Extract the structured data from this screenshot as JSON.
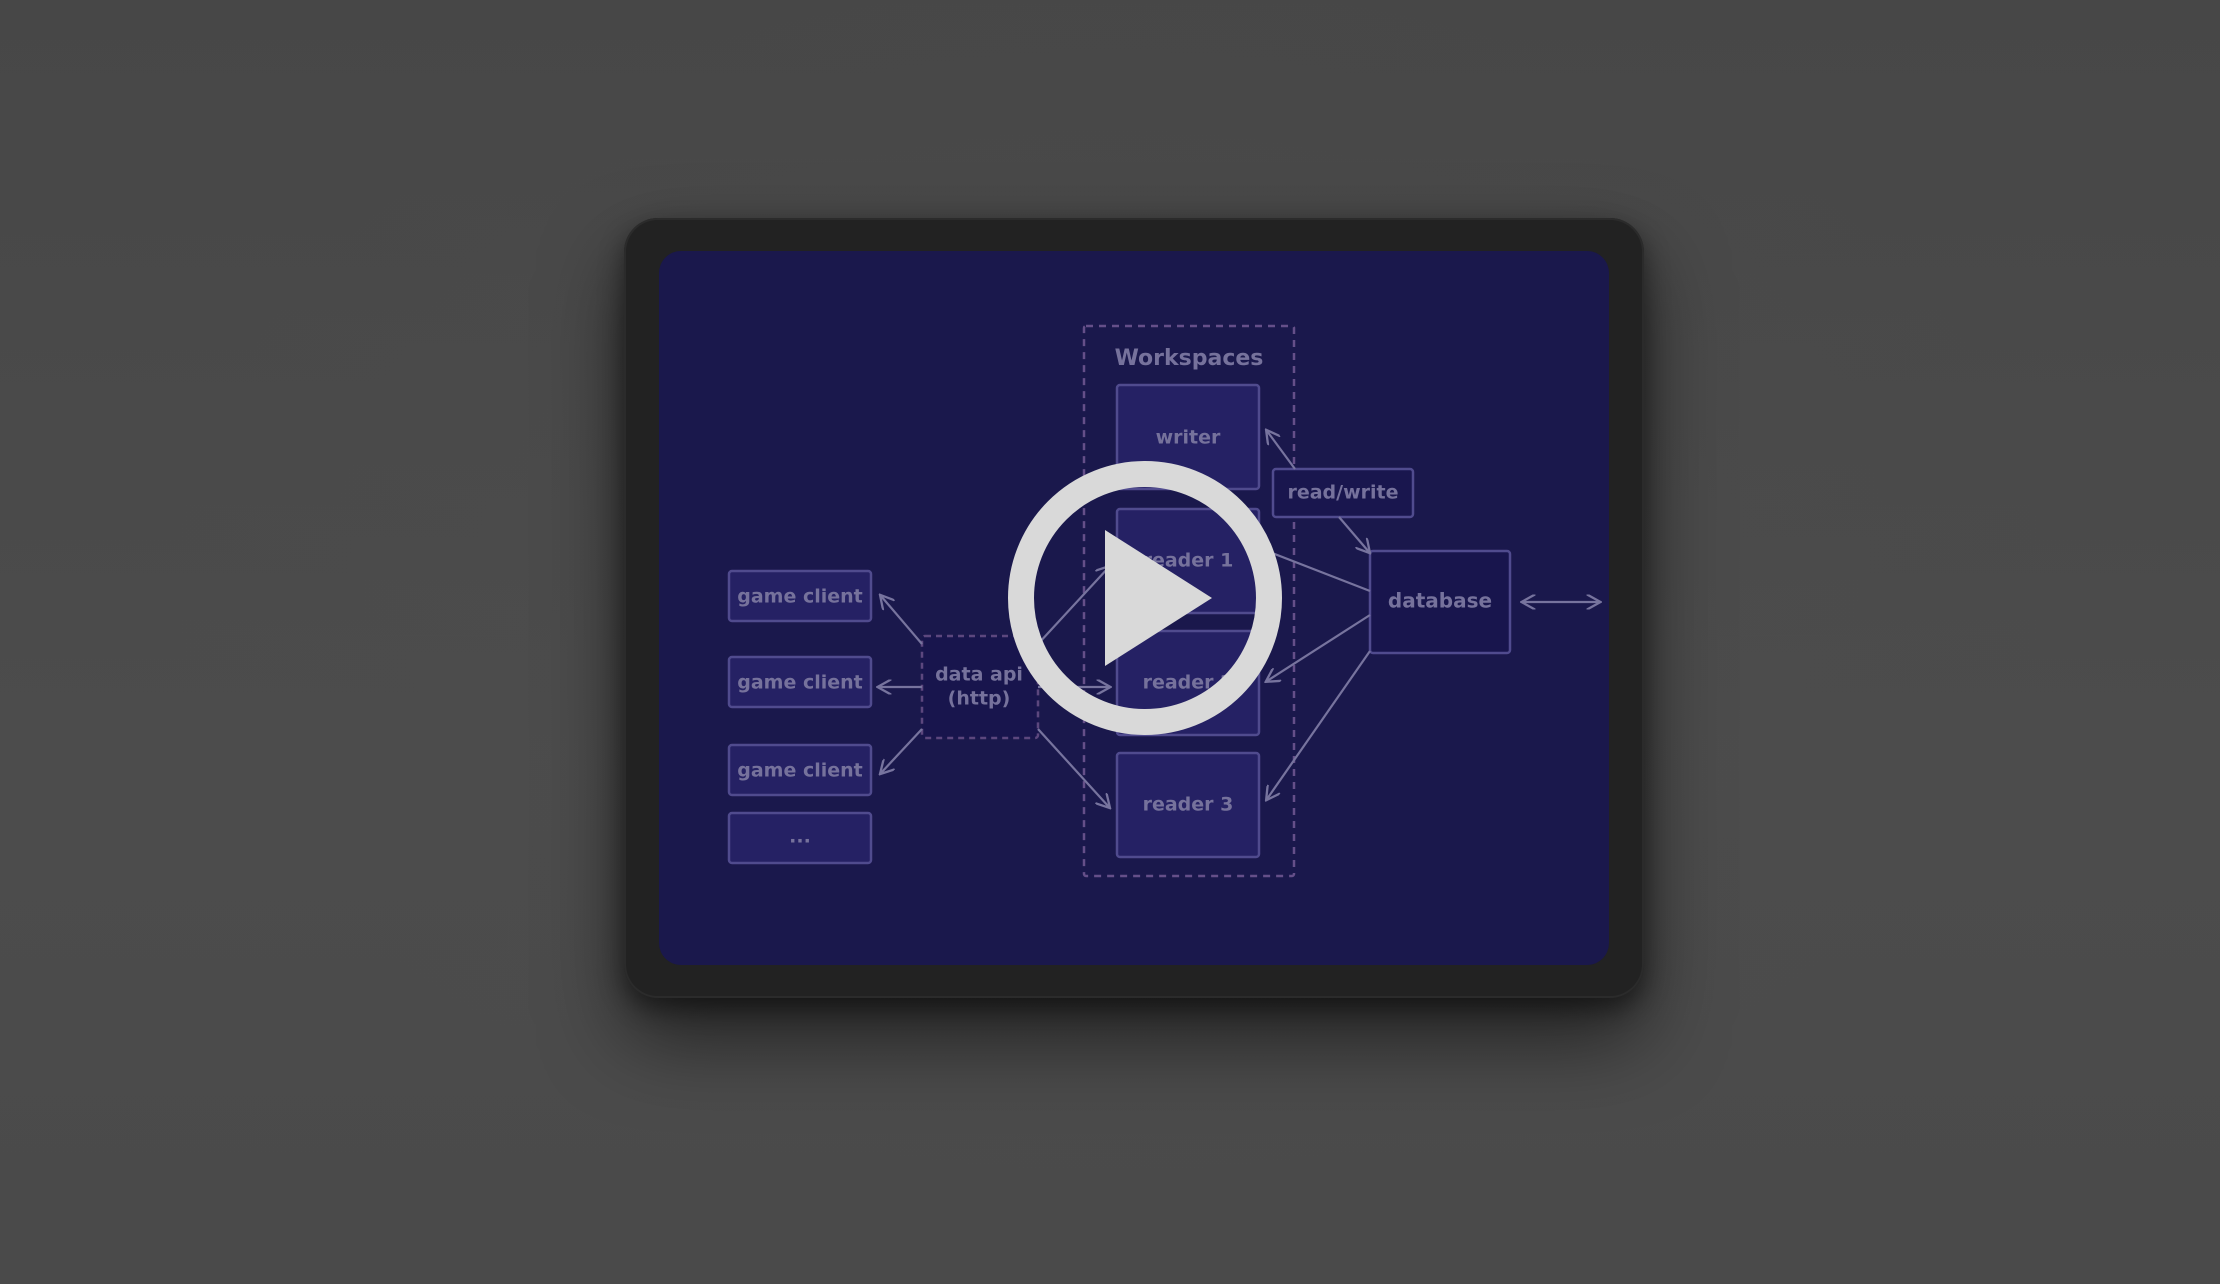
{
  "video": {
    "play_label": "Play video",
    "play_icon": "play-circle-icon"
  },
  "diagram": {
    "workspaces_title": "Workspaces",
    "nodes": {
      "writer": "writer",
      "reader1": "reader 1",
      "reader2": "reader 2",
      "reader3": "reader 3",
      "read_write": "read/write",
      "database": "database",
      "data_api_line1": "data api",
      "data_api_line2": "(http)",
      "client1": "game client",
      "client2": "game client",
      "client3": "game client",
      "client_more": "..."
    }
  },
  "colors": {
    "background": "#4a4a4a",
    "tablet_frame": "#222222",
    "screen": "#1c1a51",
    "node_fill": "#2e2a78",
    "node_stroke": "#6f69b8",
    "dashed_stroke": "#8c6aa6",
    "play_circle": "#d9d9d9"
  }
}
